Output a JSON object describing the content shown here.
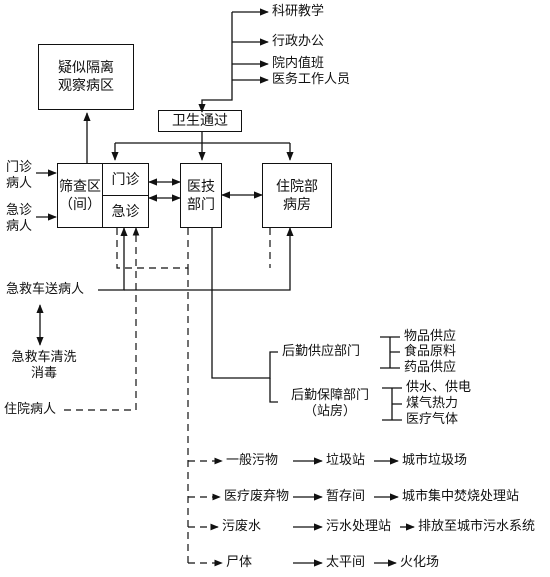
{
  "nodes": {
    "suspected_isolation": [
      "疑似隔离",
      "观察病区"
    ],
    "health_passage": "卫生通过",
    "screening": [
      "筛查区",
      "（间）"
    ],
    "outpatient": "门诊",
    "emergency": "急诊",
    "medical_tech": [
      "医技",
      "部门"
    ],
    "inpatient_ward": [
      "住院部",
      "病房"
    ]
  },
  "top_list": [
    "科研教学",
    "行政办公",
    "院内值班",
    "医务工作人员"
  ],
  "left_entries": {
    "outpatient_patients": [
      "门诊",
      "病人"
    ],
    "emergency_patients": [
      "急诊",
      "病人"
    ],
    "ambulance_patients": "急救车送病人",
    "ambulance_cleaning": [
      "急救车清洗",
      "消毒"
    ],
    "inpatients": "住院病人"
  },
  "logistics": {
    "supply": {
      "label": "后勤供应部门",
      "items": [
        "物品供应",
        "食品原料",
        "药品供应"
      ]
    },
    "support": {
      "label": [
        "后勤保障部门",
        "（站房）"
      ],
      "items": [
        "供水、供电",
        "煤气热力",
        "医疗气体"
      ]
    }
  },
  "waste_flows": [
    {
      "source": "一般污物",
      "mid": "垃圾站",
      "dest": "城市垃圾场"
    },
    {
      "source": "医疗废弃物",
      "mid": "暂存间",
      "dest": "城市集中焚烧处理站"
    },
    {
      "source": "污废水",
      "mid": "污水处理站",
      "dest": "排放至城市污水系统"
    },
    {
      "source": "尸体",
      "mid": "太平间",
      "dest": "火化场"
    }
  ]
}
